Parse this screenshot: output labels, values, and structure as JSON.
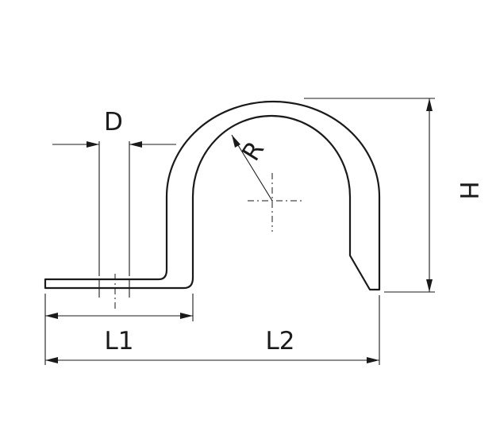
{
  "labels": {
    "diameter": "D",
    "radius": "R",
    "height": "H",
    "length_1": "L1",
    "length_2": "L2"
  }
}
